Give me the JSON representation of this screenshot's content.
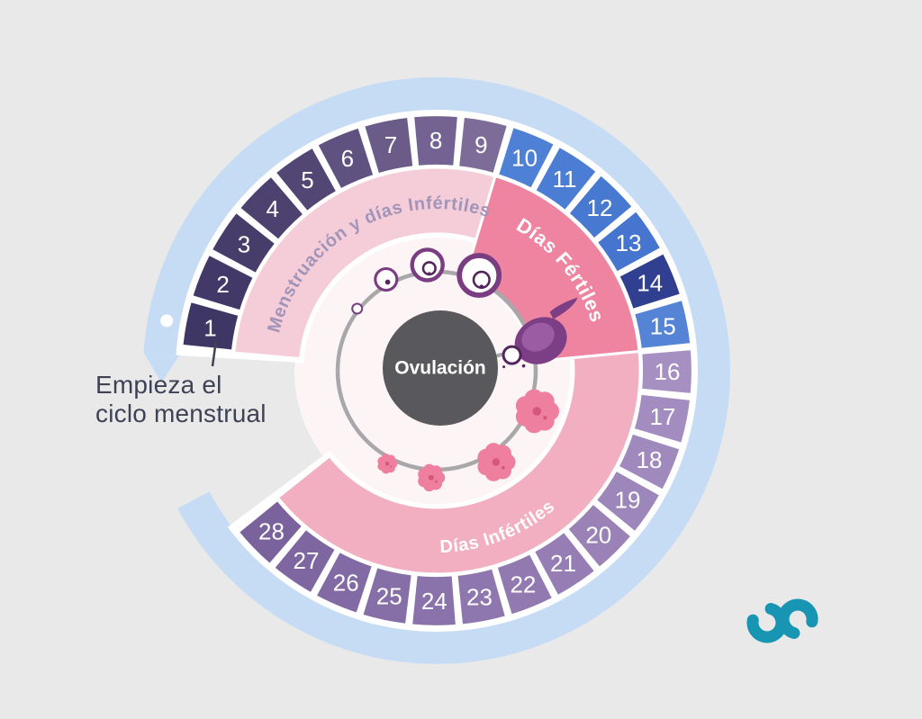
{
  "background_color": "#e9e9ea",
  "annotation": {
    "line1": "Empieza el",
    "line2": "ciclo menstrual"
  },
  "diagram": {
    "center_label": "Ovulación",
    "colors": {
      "outer_band": "#c6dcf4",
      "inner_disc": "#fdf4f6",
      "backing": "#ffffff",
      "center_circle": "#59585c",
      "center_label_color": "#ffffff",
      "day_number_color": "#ffffff",
      "path_ring": "#a8a8aa",
      "follicle": "#7b3d82",
      "follicle_dark": "#53265b",
      "ovulation_blob": "#7c3e84",
      "ovulation_blob_light": "#9c5ca4",
      "corpus_luteum": "#ee7f9f",
      "corpus_luteum_dark": "#d5567e",
      "annotation_text": "#3e4254",
      "leader_line": "#3e4254",
      "start_marker": "#ffffff",
      "logo": "#1795b3"
    },
    "phases": [
      {
        "label": "Menstruación y  días Infértiles",
        "band_color": "#f4cdd9",
        "label_color": "#a294b8",
        "day_start": 1,
        "day_end": 9
      },
      {
        "label": "Días Fértiles",
        "band_color": "#ee84a0",
        "label_color": "#ffffff",
        "day_start": 10,
        "day_end": 15
      },
      {
        "label": "Días Infértiles",
        "band_color": "#f3afc2",
        "label_color": "#ffffff",
        "day_start": 16,
        "day_end": 28
      }
    ],
    "days": [
      {
        "n": 1,
        "color": "#3e3765"
      },
      {
        "n": 2,
        "color": "#423968"
      },
      {
        "n": 3,
        "color": "#473d6b"
      },
      {
        "n": 4,
        "color": "#4c416f"
      },
      {
        "n": 5,
        "color": "#524674"
      },
      {
        "n": 6,
        "color": "#5f5280"
      },
      {
        "n": 7,
        "color": "#6a5b89"
      },
      {
        "n": 8,
        "color": "#746392"
      },
      {
        "n": 9,
        "color": "#7d6c98"
      },
      {
        "n": 10,
        "color": "#4e80d6"
      },
      {
        "n": 11,
        "color": "#4b7dd4"
      },
      {
        "n": 12,
        "color": "#4879d1"
      },
      {
        "n": 13,
        "color": "#4575ce"
      },
      {
        "n": 14,
        "color": "#303f90"
      },
      {
        "n": 15,
        "color": "#5584d6"
      },
      {
        "n": 16,
        "color": "#a690c2"
      },
      {
        "n": 17,
        "color": "#a38dc0"
      },
      {
        "n": 18,
        "color": "#a08abd"
      },
      {
        "n": 19,
        "color": "#9d86ba"
      },
      {
        "n": 20,
        "color": "#9a82b7"
      },
      {
        "n": 21,
        "color": "#967eb4"
      },
      {
        "n": 22,
        "color": "#927ab1"
      },
      {
        "n": 23,
        "color": "#8e76ae"
      },
      {
        "n": 24,
        "color": "#8a72ab"
      },
      {
        "n": 25,
        "color": "#866ea7"
      },
      {
        "n": 26,
        "color": "#826aa4"
      },
      {
        "n": 27,
        "color": "#7e66a1"
      },
      {
        "n": 28,
        "color": "#7a629d"
      }
    ]
  }
}
